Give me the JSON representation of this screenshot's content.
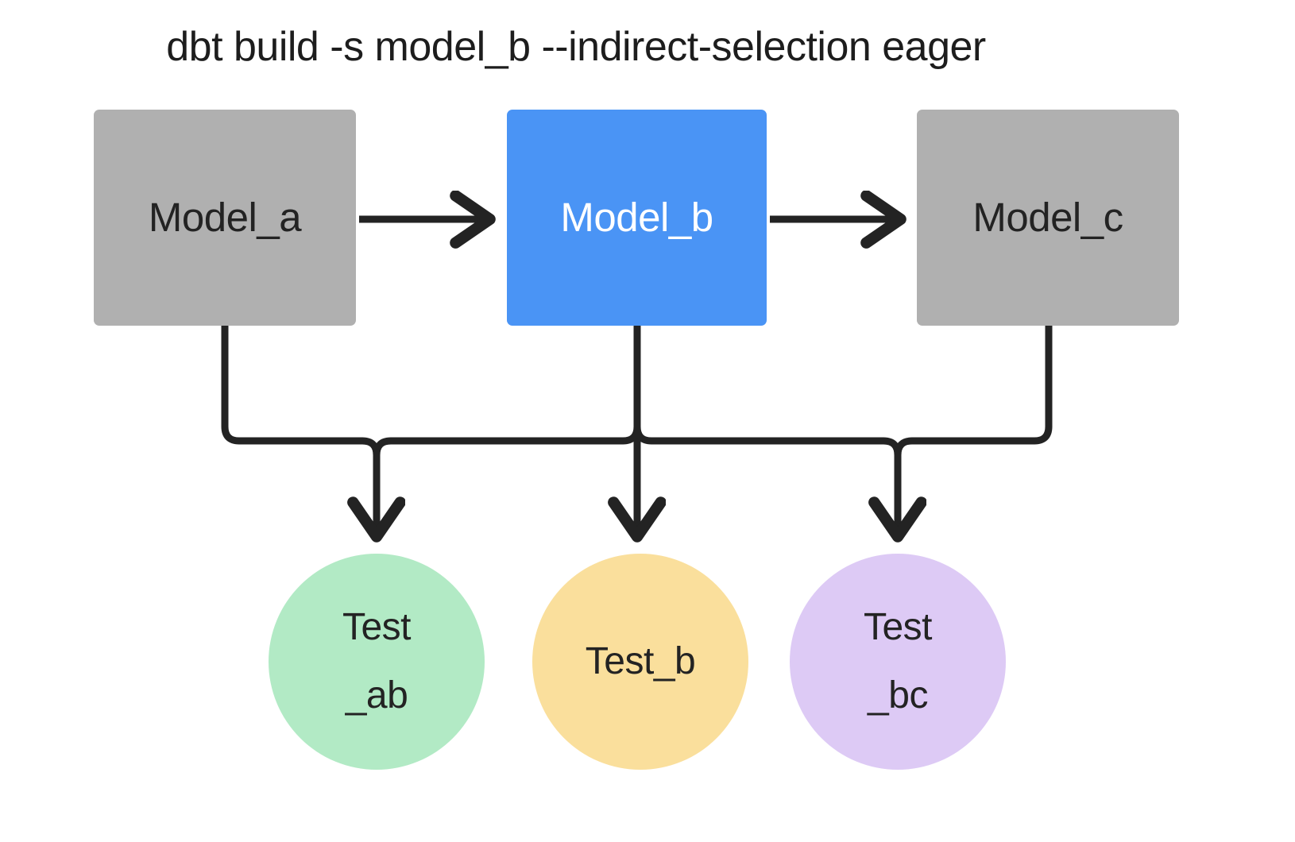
{
  "title": "dbt build -s model_b --indirect-selection eager",
  "colors": {
    "background": "#ffffff",
    "model_default": "#b0b0b0",
    "model_selected": "#4a94f5",
    "edge": "#232323",
    "test_ab": "#b2eac5",
    "test_b": "#fadf9c",
    "test_bc": "#ddcaf5",
    "text_dark": "#232323",
    "text_light": "#ffffff"
  },
  "chart_data": {
    "type": "diagram",
    "title": "dbt build -s model_b --indirect-selection eager",
    "nodes": [
      {
        "id": "model_a",
        "label": "Model_a",
        "shape": "rect",
        "fill": "#b0b0b0",
        "text_color": "#232323",
        "selected": false
      },
      {
        "id": "model_b",
        "label": "Model_b",
        "shape": "rect",
        "fill": "#4a94f5",
        "text_color": "#ffffff",
        "selected": true
      },
      {
        "id": "model_c",
        "label": "Model_c",
        "shape": "rect",
        "fill": "#b0b0b0",
        "text_color": "#232323",
        "selected": false
      },
      {
        "id": "test_ab",
        "label_lines": [
          "Test",
          "_ab"
        ],
        "shape": "circle",
        "fill": "#b2eac5",
        "text_color": "#232323",
        "selected": false
      },
      {
        "id": "test_b",
        "label_lines": [
          "Test_b"
        ],
        "shape": "circle",
        "fill": "#fadf9c",
        "text_color": "#232323",
        "selected": false
      },
      {
        "id": "test_bc",
        "label_lines": [
          "Test",
          "_bc"
        ],
        "shape": "circle",
        "fill": "#ddcaf5",
        "text_color": "#232323",
        "selected": false
      }
    ],
    "edges": [
      {
        "from": "model_a",
        "to": "model_b",
        "style": "arrow"
      },
      {
        "from": "model_b",
        "to": "model_c",
        "style": "arrow"
      },
      {
        "from": "model_a",
        "to": "test_ab",
        "style": "elbow-arrow"
      },
      {
        "from": "model_b",
        "to": "test_ab",
        "style": "elbow-arrow"
      },
      {
        "from": "model_b",
        "to": "test_b",
        "style": "arrow"
      },
      {
        "from": "model_b",
        "to": "test_bc",
        "style": "elbow-arrow"
      },
      {
        "from": "model_c",
        "to": "test_bc",
        "style": "elbow-arrow"
      }
    ]
  },
  "nodes": {
    "model_a": {
      "label": "Model_a"
    },
    "model_b": {
      "label": "Model_b"
    },
    "model_c": {
      "label": "Model_c"
    },
    "test_ab": {
      "line1": "Test",
      "line2": "_ab"
    },
    "test_b": {
      "line1": "Test_b"
    },
    "test_bc": {
      "line1": "Test",
      "line2": "_bc"
    }
  }
}
